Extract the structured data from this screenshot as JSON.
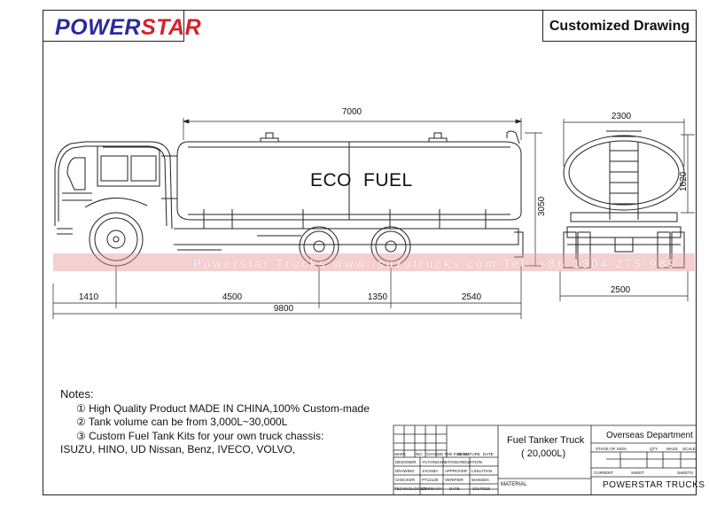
{
  "logo": {
    "part1": "POWER",
    "part2": "STAR"
  },
  "title": "Customized Drawing",
  "tank_labels": {
    "left": "ECO",
    "right": "FUEL"
  },
  "dimensions": {
    "tank_length": "7000",
    "front_overhang": "1410",
    "wheelbase": "4500",
    "axle_spacing": "1350",
    "rear_overhang": "2540",
    "overall_length": "9800",
    "overall_height": "3050",
    "tank_width": "2300",
    "tank_height": "1620",
    "overall_width": "2500"
  },
  "watermark": "Powerstar Trucks  www.isuzutrucks.com  Tel: +86 1304 275 989",
  "notes": {
    "heading": "Notes:",
    "items": [
      "① High Quality Product MADE IN CHINA,100% Custom-made",
      "② Tank volume can be from 3,000L~30,000L",
      "③ Custom Fuel Tank Kits for your own truck chassis:",
      "ISUZU, HINO, UD Nissan, Benz, IVECO, VOLVO,"
    ]
  },
  "title_block": {
    "product": "Fuel Tanker Truck",
    "capacity": "( 20,000L)",
    "department": "Overseas Department",
    "company": "POWERSTAR TRUCKS",
    "material_label": "MATERIAL",
    "left_grid": {
      "header": [
        "MARK",
        "NO.",
        "CHANGE THE FILE NO.",
        "SIGNATURE",
        "DATE"
      ],
      "rows": [
        [
          "DESIGNER",
          "YUYONGXIN",
          "STANDARDIZATION",
          ""
        ],
        [
          "DRAWING",
          "JACKMA",
          "APPROVER",
          "LIHUATIAN"
        ],
        [
          "CHECKER",
          "PT12130",
          "VERIFIER",
          "WANSEN"
        ],
        [
          "TECHNOLOGIST",
          "GERMANY",
          "DATE",
          "20170319"
        ]
      ]
    },
    "right_grid": {
      "header": [
        "STAGE OF SIGN",
        "QTY",
        "MASS",
        "SCALE"
      ],
      "bottom": [
        "CURRENT",
        "SHEET",
        "SHEETS"
      ]
    }
  }
}
